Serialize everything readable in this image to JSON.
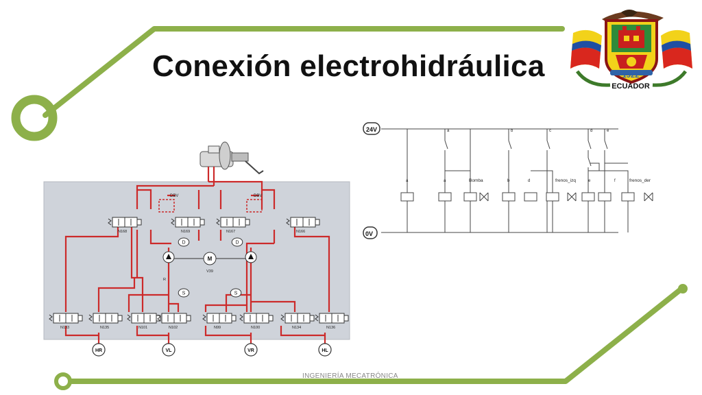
{
  "slide": {
    "title": "Conexión electrohidráulica",
    "footer": "INGENIERÍA MECATRÓNICA"
  },
  "crest": {
    "year": "1922",
    "country": "ECUADOR"
  },
  "colors": {
    "accent_green": "#8db04a",
    "hydraulic_line": "#cc2a2a",
    "panel_bg": "#cfd3da"
  },
  "hydraulic_diagram": {
    "top_valves": [
      "N168",
      "N169",
      "N167",
      "N166"
    ],
    "bottom_valves": [
      "N133",
      "N135",
      "N101",
      "N102",
      "N99",
      "N100",
      "N134",
      "N136"
    ],
    "pressure_valves": [
      "DBV",
      "DBV"
    ],
    "damper_labels": [
      "D",
      "D"
    ],
    "motor": "M",
    "motor_id": "V39",
    "check_label": "R",
    "accumulator_labels": [
      "S",
      "S"
    ],
    "wheels": [
      "HR",
      "VL",
      "VR",
      "HL"
    ]
  },
  "electrical_diagram": {
    "supply_top": "24V",
    "supply_bottom": "0V",
    "contact_labels": [
      "a",
      "b",
      "c",
      "d",
      "e"
    ],
    "coil_labels": [
      "a",
      "a",
      "b",
      "d",
      "e",
      "f"
    ],
    "device_labels": [
      "Bomba",
      "frenos_izq",
      "frenos_der"
    ]
  }
}
